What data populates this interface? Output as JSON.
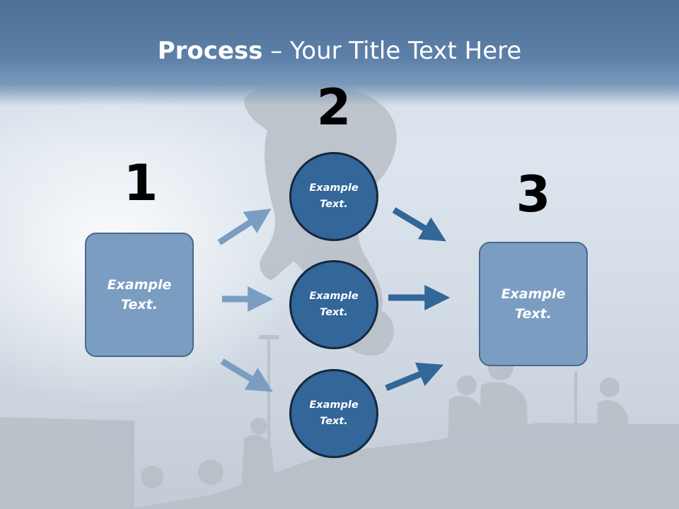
{
  "slide": {
    "title_bold": "Process",
    "title_rest": " – Your Title Text Here",
    "steps": [
      {
        "number": "1",
        "box_text": "Example\nText."
      },
      {
        "number": "2",
        "circles": [
          "Example\nText.",
          "Example\nText.",
          "Example\nText."
        ]
      },
      {
        "number": "3",
        "box_text": "Example\nText."
      }
    ]
  },
  "colors": {
    "header": "#5d80a8",
    "box_fill": "#7b9dc2",
    "circle_fill": "#336699",
    "arrow_light": "#7b9dc2",
    "arrow_dark": "#336699"
  }
}
